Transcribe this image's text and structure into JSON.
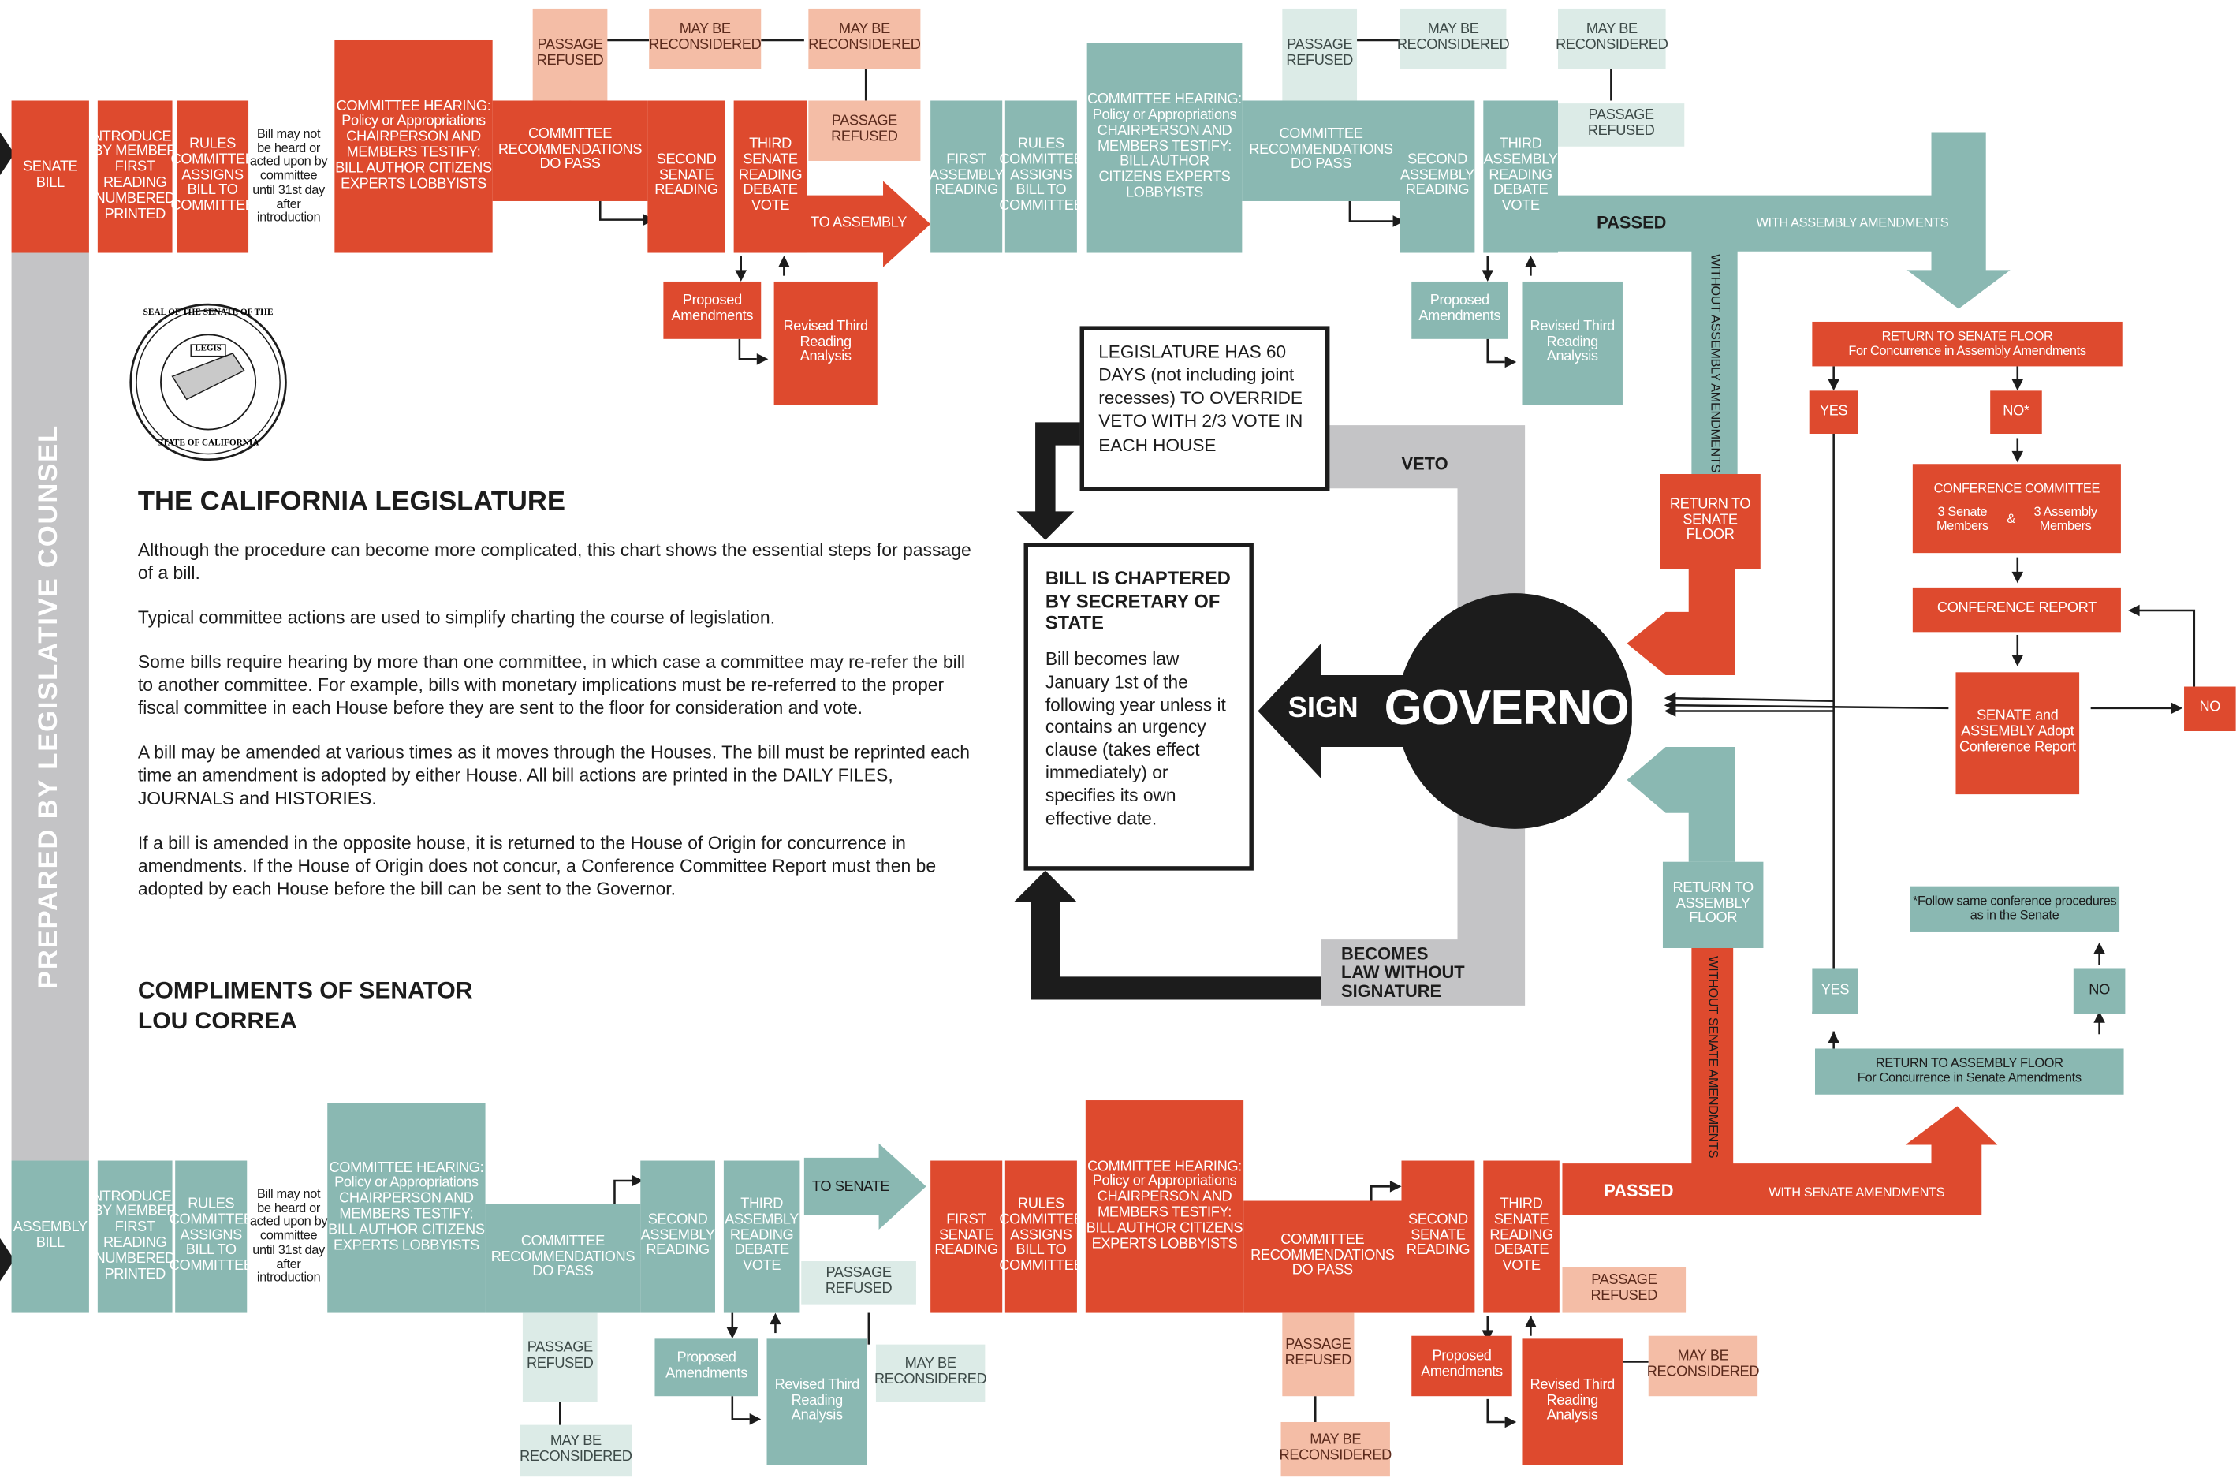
{
  "left_banner": "PREPARED BY LEGISLATIVE COUNSEL",
  "seal": {
    "top": "SEAL OF THE SENATE OF THE",
    "bottom": "STATE OF CALIFORNIA",
    "center": "LEGIS"
  },
  "title": "THE CALIFORNIA LEGISLATURE",
  "paragraphs": [
    "Although the procedure can become more complicated, this chart shows the essential steps for passage of a bill.",
    "Typical committee actions are used to simplify charting the course of legislation.",
    "Some bills require hearing by more than one committee, in which case a committee may re-refer the bill to another committee. For example, bills with monetary implications must be re-referred to the proper fiscal committee in each House before they are sent to the floor for consideration and vote.",
    "A bill may be amended at various times as it moves through the Houses. The bill must be reprinted each time an amendment is adopted by either House. All bill actions are printed in the DAILY FILES, JOURNALS and HISTORIES.",
    "If a bill is amended in the opposite house, it is returned to the House of Origin for concurrence in amendments. If the House of Origin does not concur, a Conference Committee Report must then be adopted by each House before the bill can be sent to the Governor."
  ],
  "compliments": "COMPLIMENTS OF SENATOR LOU CORREA",
  "top_row": {
    "senate_bill": "SENATE BILL",
    "introduced": "INTRODUCED BY MEMBER FIRST READING NUMBERED PRINTED",
    "rules": "RULES COMMITTEE ASSIGNS BILL TO COMMITTEE",
    "note": "Bill may not be heard or acted upon by committee until 31st day after introduction",
    "hearing": "COMMITTEE HEARING: Policy or Appropriations CHAIRPERSON AND MEMBERS TESTIFY: BILL AUTHOR CITIZENS EXPERTS LOBBYISTS",
    "passage_refused_1": "PASSAGE REFUSED",
    "may_be_1": "MAY BE RECONSIDERED",
    "committee_rec": "COMMITTEE RECOMMENDATIONS DO PASS",
    "second_reading": "SECOND SENATE READING",
    "third_reading": "THIRD SENATE READING DEBATE VOTE",
    "may_be_2": "MAY BE RECONSIDERED",
    "passage_refused_2": "PASSAGE REFUSED",
    "to_assembly": "TO ASSEMBLY",
    "proposed": "Proposed Amendments",
    "revised": "Revised Third Reading Analysis",
    "first_assembly": "FIRST ASSEMBLY READING",
    "rules_assembly": "RULES COMMITTEE ASSIGNS BILL TO COMMITTEE",
    "hearing_assembly": "COMMITTEE HEARING: Policy or Appropriations CHAIRPERSON AND MEMBERS TESTIFY: BILL AUTHOR CITIZENS EXPERTS LOBBYISTS",
    "passage_refused_3": "PASSAGE REFUSED",
    "may_be_3": "MAY BE RECONSIDERED",
    "may_be_4": "MAY BE RECONSIDERED",
    "committee_rec_assembly": "COMMITTEE RECOMMENDATIONS DO PASS",
    "second_assembly": "SECOND ASSEMBLY READING",
    "third_assembly": "THIRD ASSEMBLY READING DEBATE VOTE",
    "passage_refused_4": "PASSAGE REFUSED",
    "passed": "PASSED",
    "with_assembly_amendments": "WITH ASSEMBLY AMENDMENTS",
    "without_assembly_amendments": "WITHOUT ASSEMBLY AMENDMENTS",
    "proposed_2": "Proposed Amendments",
    "revised_2": "Revised Third Reading Analysis"
  },
  "center": {
    "legislature_note": "LEGISLATURE HAS 60 DAYS (not including joint recesses) TO OVERRIDE VETO WITH 2/3 VOTE IN EACH HOUSE",
    "veto": "VETO",
    "chaptered_title": "BILL IS CHAPTERED BY SECRETARY OF STATE",
    "chaptered_body": "Bill becomes law January 1st of the following year unless it contains an urgency clause (takes effect immediately) or specifies its own effective date.",
    "sign": "SIGN",
    "governor": "GOVERNOR",
    "becomes_law": "BECOMES LAW WITHOUT SIGNATURE",
    "return_senate_floor": "RETURN TO SENATE FLOOR",
    "return_assembly_floor": "RETURN TO ASSEMBLY FLOOR"
  },
  "right": {
    "return_senate_title": "RETURN TO SENATE FLOOR",
    "return_senate_sub": "For Concurrence in Assembly Amendments",
    "yes": "YES",
    "no_star": "NO*",
    "conference_title": "CONFERENCE COMMITTEE",
    "conference_senate": "3 Senate Members",
    "conference_amp": "&",
    "conference_assembly": "3 Assembly Members",
    "conference_report": "CONFERENCE REPORT",
    "adopt": "SENATE and ASSEMBLY Adopt Conference Report",
    "no": "NO",
    "follow_note": "*Follow same conference procedures as in the Senate",
    "yes_2": "YES",
    "no_2": "NO",
    "return_assembly_title": "RETURN TO ASSEMBLY FLOOR",
    "return_assembly_sub": "For Concurrence in Senate Amendments"
  },
  "bottom_row": {
    "assembly_bill": "ASSEMBLY BILL",
    "introduced": "INTRODUCED BY MEMBER FIRST READING NUMBERED PRINTED",
    "rules": "RULES COMMITTEE ASSIGNS BILL TO COMMITTEE",
    "note": "Bill may not be heard or acted upon by committee until 31st day after introduction",
    "hearing": "COMMITTEE HEARING: Policy or Appropriations CHAIRPERSON AND MEMBERS TESTIFY: BILL AUTHOR CITIZENS EXPERTS LOBBYISTS",
    "committee_rec": "COMMITTEE RECOMMENDATIONS DO PASS",
    "second_reading": "SECOND ASSEMBLY READING",
    "third_reading": "THIRD ASSEMBLY READING DEBATE VOTE",
    "to_senate": "TO SENATE",
    "passage_refused_1": "PASSAGE REFUSED",
    "passage_refused_2": "PASSAGE REFUSED",
    "may_be_1": "MAY BE RECONSIDERED",
    "may_be_2": "MAY BE RECONSIDERED",
    "proposed": "Proposed Amendments",
    "revised": "Revised Third Reading Analysis",
    "first_senate": "FIRST SENATE READING",
    "rules_senate": "RULES COMMITTEE ASSIGNS BILL TO COMMITTEE",
    "hearing_senate": "COMMITTEE HEARING: Policy or Appropriations CHAIRPERSON AND MEMBERS TESTIFY: BILL AUTHOR CITIZENS EXPERTS LOBBYISTS",
    "committee_rec_senate": "COMMITTEE RECOMMENDATIONS DO PASS",
    "second_senate": "SECOND SENATE READING",
    "third_senate": "THIRD SENATE READING DEBATE VOTE",
    "passed": "PASSED",
    "with_senate_amendments": "WITH SENATE AMENDMENTS",
    "without_senate_amendments": "WITHOUT SENATE AMENDMENTS",
    "passage_refused_3": "PASSAGE REFUSED",
    "passage_refused_4": "PASSAGE REFUSED",
    "may_be_3": "MAY BE RECONSIDERED",
    "may_be_4": "MAY BE RECONSIDERED",
    "proposed_2": "Proposed Amendments",
    "revised_2": "Revised Third Reading Analysis"
  },
  "colors": {
    "senate_red": "#de4a2e",
    "assembly_teal": "#8ab8b2",
    "pale_red": "#f4bda6",
    "pale_teal": "#dcebe7",
    "gray": "#c4c4c6",
    "black": "#1c1c1c"
  }
}
